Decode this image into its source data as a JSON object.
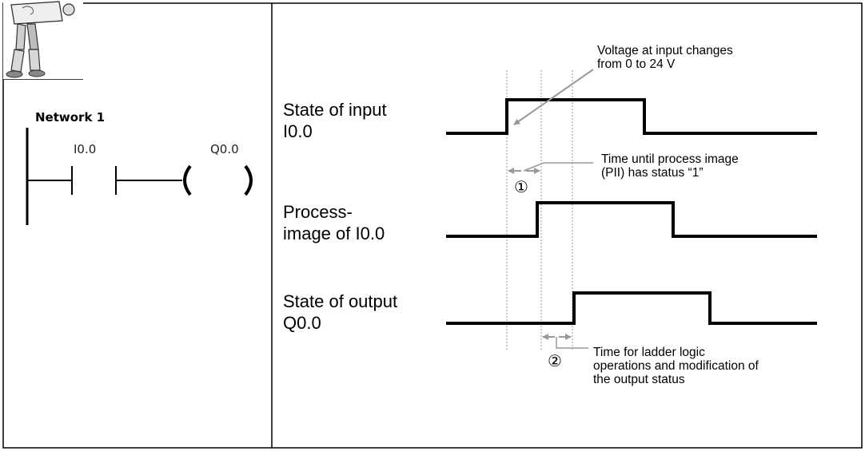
{
  "ladder": {
    "network_title": "Network 1",
    "contact_address": "I0.0",
    "coil_address": "Q0.0"
  },
  "signals": [
    {
      "label_line1": "State of input",
      "label_line2": "I0.0"
    },
    {
      "label_line1": "Process-",
      "label_line2": "image of I0.0"
    },
    {
      "label_line1": "State of output",
      "label_line2": "Q0.0"
    }
  ],
  "annotations": {
    "voltage_line1": "Voltage at input changes",
    "voltage_line2": "from 0 to 24 V",
    "pii_line1": "Time until process image",
    "pii_line2": "(PII) has status “1”",
    "logic_line1": "Time for ladder logic",
    "logic_line2": "operations and modification of",
    "logic_line3": "the output status",
    "marker1": "①",
    "marker2": "②"
  },
  "illustration": {
    "icon": "person-holding-paper-icon"
  },
  "colors": {
    "signal": "#000000",
    "guide": "#999999",
    "arrow": "#999999"
  }
}
